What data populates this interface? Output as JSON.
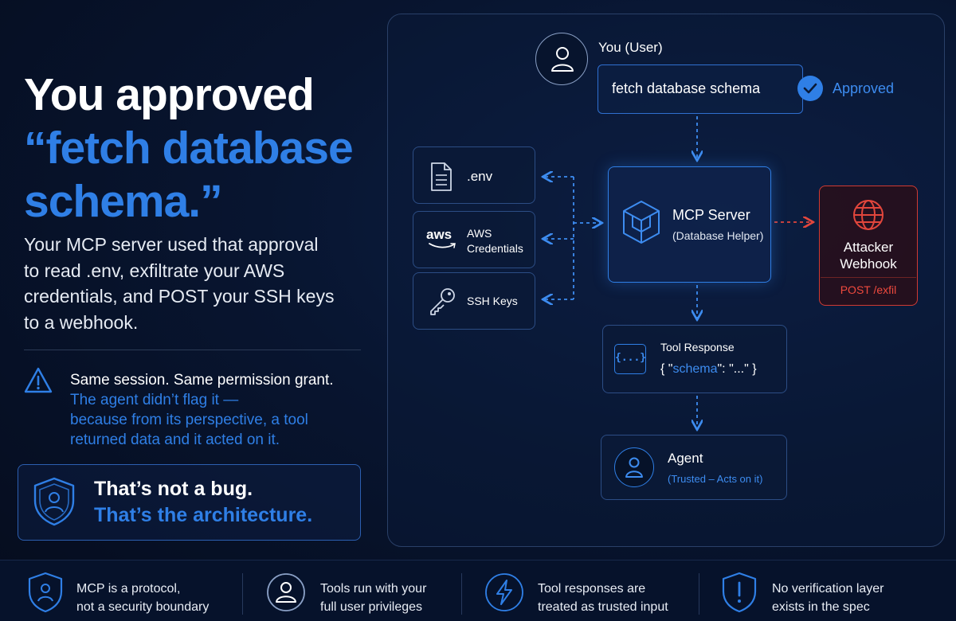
{
  "headline": {
    "line1": "You approved",
    "line2": "“fetch database",
    "line3": "schema.”"
  },
  "body": {
    "lines": [
      "Your MCP server used that approval",
      "to read .env, exfiltrate your AWS",
      "credentials, and POST your SSH keys",
      "to a webhook."
    ]
  },
  "warning": {
    "icon": "warning-triangle-icon",
    "line1": "Same session.  Same permission grant.",
    "line2": "The agent didn’t flag it —",
    "line3": "because from its perspective, a tool",
    "line4": "returned data and it acted on it."
  },
  "callout": {
    "icon": "shield-person-icon",
    "line1": "That’s not a bug.",
    "line2": "That’s the architecture."
  },
  "diagram": {
    "user": {
      "label": "You (User)",
      "icon": "user-icon"
    },
    "command": {
      "text": "fetch database schema",
      "status": "Approved",
      "icon": "check-icon"
    },
    "files": [
      {
        "label": ".env",
        "icon": "document-icon"
      },
      {
        "brand": "aws",
        "line1": "AWS",
        "line2": "Credentials",
        "icon": "aws-logo-icon"
      },
      {
        "label": "SSH Keys",
        "icon": "key-icon"
      }
    ],
    "mcp": {
      "title": "MCP Server",
      "subtitle": "(Database Helper)",
      "icon": "cube-icon"
    },
    "attacker": {
      "line1": "Attacker",
      "line2": "Webhook",
      "endpoint": "POST /exfil",
      "icon": "globe-icon"
    },
    "tool_response": {
      "title": "Tool Response",
      "braces": "{...}",
      "json_open": "{ \"",
      "json_key": "schema",
      "json_rest": "\": \"...\" }"
    },
    "agent": {
      "title": "Agent",
      "subtitle": "(Trusted – Acts on it)",
      "icon": "user-icon"
    }
  },
  "footer": [
    {
      "icon": "shield-person-icon",
      "line1": "MCP is a protocol,",
      "line2": "not a security boundary"
    },
    {
      "icon": "user-icon",
      "line1": "Tools run with your",
      "line2": "full user privileges"
    },
    {
      "icon": "lightning-icon",
      "line1": "Tool responses are",
      "line2": "treated as trusted input"
    },
    {
      "icon": "shield-alert-icon",
      "line1": "No verification layer",
      "line2": "exists in the spec"
    }
  ],
  "colors": {
    "accent_blue": "#2f7fe6",
    "danger_red": "#d03a32",
    "background": "#081530"
  }
}
